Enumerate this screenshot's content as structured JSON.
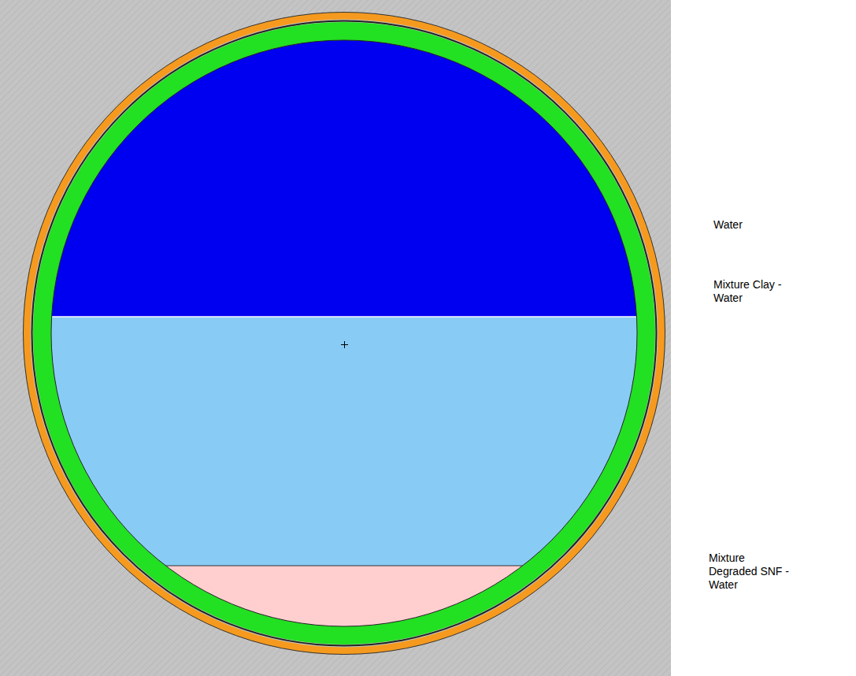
{
  "diagram": {
    "labels": [
      "Water",
      "Mixture Clay - Water",
      "Mixture Degraded SNF - Water"
    ]
  }
}
